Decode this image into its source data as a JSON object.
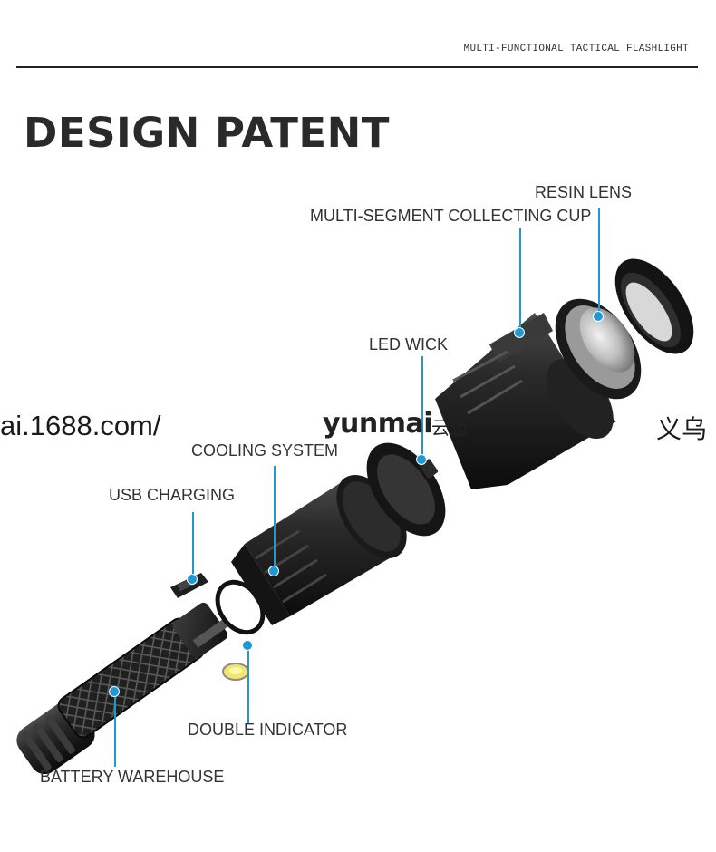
{
  "header": {
    "tag": "MULTI-FUNCTIONAL TACTICAL FLASHLIGHT",
    "title": "DESIGN PATENT"
  },
  "callouts": {
    "resin_lens": "RESIN LENS",
    "collecting_cup": "MULTI-SEGMENT COLLECTING CUP",
    "led_wick": "LED WICK",
    "cooling_system": "COOLING SYSTEM",
    "usb_charging": "USB CHARGING",
    "double_indicator": "DOUBLE INDICATOR",
    "battery_warehouse": "BATTERY WAREHOUSE"
  },
  "watermark": {
    "url_fragment": "ai.1688.com/",
    "brand": "yunmai",
    "brand_cn": "云迈",
    "city": "义乌"
  },
  "colors": {
    "accent": "#1d9ad6",
    "body": "#1b1b1b",
    "text": "#333333"
  }
}
